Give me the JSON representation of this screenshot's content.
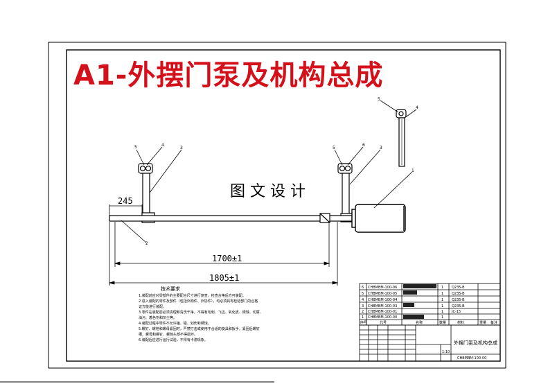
{
  "title": "A1-外摆门泵及机构总成",
  "watermark": "图 文 设 计",
  "dimensions": {
    "d245": "245",
    "d1700": "1700±1",
    "d1805": "1805±1"
  },
  "balloons": {
    "left_a": "5",
    "left_b": "4",
    "left_c": "3",
    "right_a": "5",
    "right_b": "6",
    "right_c": "3",
    "top_a": "5",
    "top_b": "4",
    "motor": "1",
    "bar": "2"
  },
  "notes": {
    "heading": "技术要求",
    "lines": [
      "1.装配前应对零部件的主要配合尺寸进行复查，检查合格后方可装配。",
      "2.进入装配的零件及部件（包括外购件、外协件），均必须具有检验部门的合格",
      "证方能进行装配。",
      "3.零件在装配前必须清理和清洗干净，不得有毛刺、飞边、氧化皮、锈蚀、切屑、",
      "油污、着色剂和灰尘等。",
      "4.装配过程中零件不允许磕、碰、划伤和锈蚀。",
      "5.螺钉、螺栓和螺母紧固时，严禁打击或使用不合适的旋具和扳手，紧固后螺钉",
      "槽、螺母和螺钉、螺栓头部不得损坏。",
      "6.装配后应进行运行试验，不得有卡滞现象。"
    ]
  },
  "bom": {
    "rows": [
      {
        "no": "6",
        "code": "CHBMBM-100-06",
        "qty": "1",
        "mat": "Q235-B"
      },
      {
        "no": "5",
        "code": "CHBMBM-100-05",
        "qty": "1",
        "mat": "Q235-B"
      },
      {
        "no": "4",
        "code": "CHBMBM-100-04",
        "qty": "1",
        "mat": "Q235-B"
      },
      {
        "no": "3",
        "code": "CHBMBM-100-03",
        "qty": "1",
        "mat": "Q235-B"
      },
      {
        "no": "2",
        "code": "CHBMBM-100-01",
        "qty": "1",
        "mat": "JC-15"
      },
      {
        "no": "1",
        "code": "CHBMBM-100-00",
        "qty": "1",
        "mat": ""
      }
    ],
    "header": [
      "序号",
      "代号",
      "名称",
      "数量",
      "材料",
      "重量",
      "备注"
    ]
  },
  "titleblock": {
    "name": "外摆门泵及机构总成",
    "code": "CHBMBM-100-00",
    "sheet": "1:10"
  },
  "colors": {
    "title": "#d4111b",
    "line": "#000000",
    "fill": "#ffffff"
  }
}
